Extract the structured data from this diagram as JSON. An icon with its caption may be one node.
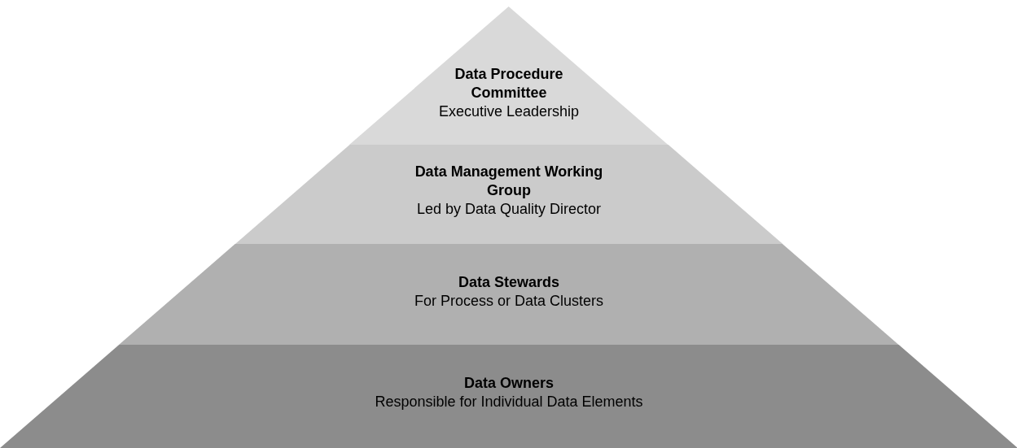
{
  "diagram": {
    "nodes": [
      {
        "text": [
          "Data Procedure Committee",
          "Executive Leadership"
        ]
      },
      {
        "text": [
          "Data Management Working Group",
          "Led by Data Quality Director"
        ]
      },
      {
        "text": [
          "Data Stewards",
          "For Process or Data Clusters"
        ]
      },
      {
        "text": [
          "Data Owners",
          "Responsible for Individual Data Elements"
        ]
      }
    ]
  }
}
